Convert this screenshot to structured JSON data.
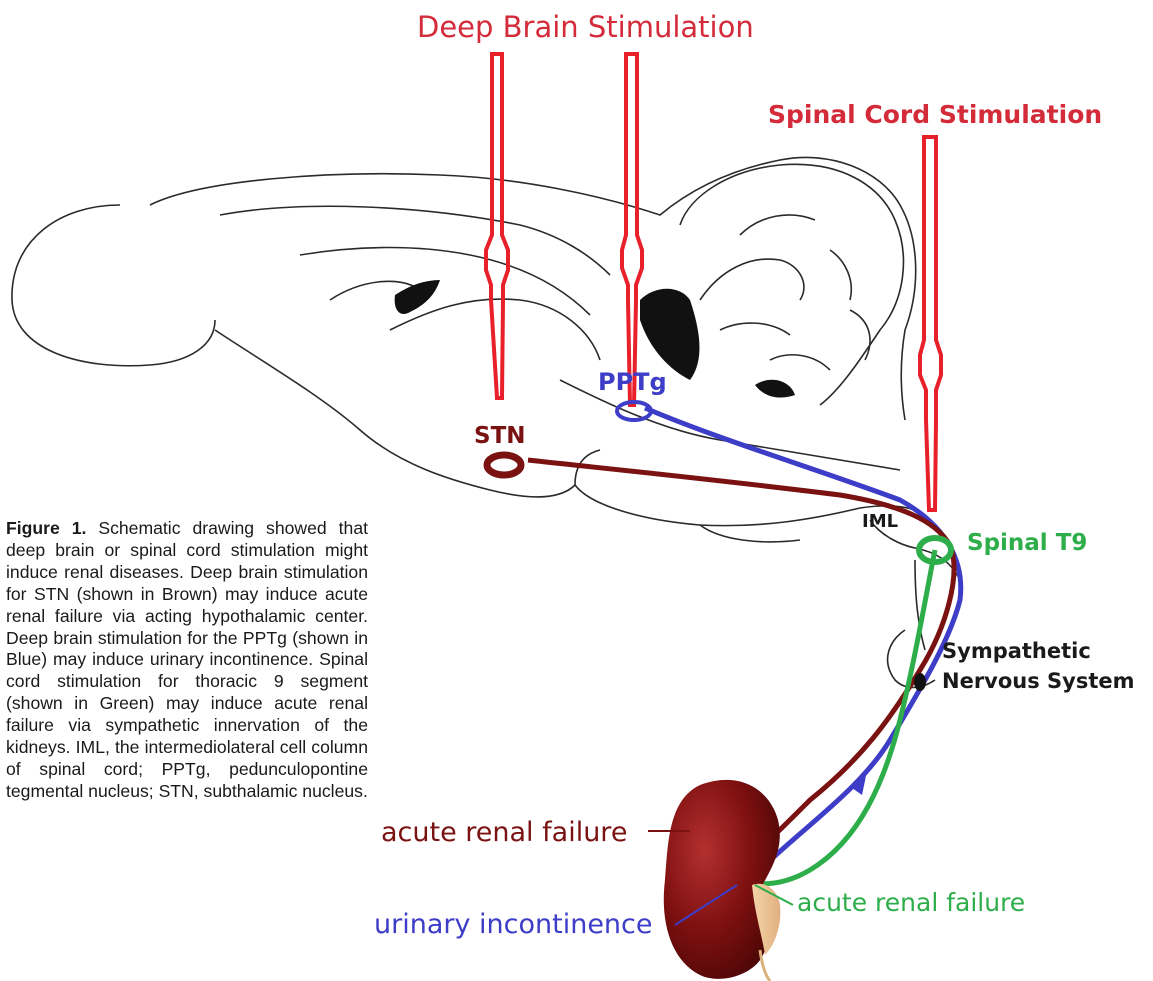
{
  "labels": {
    "deep_brain_stimulation": "Deep Brain Stimulation",
    "spinal_cord_stimulation": "Spinal Cord Stimulation",
    "stn": "STN",
    "pptg": "PPTg",
    "iml": "IML",
    "spinal_t9": "Spinal T9",
    "sympathetic_line1": "Sympathetic",
    "sympathetic_line2": "Nervous System",
    "acute_renal_failure_left": "acute renal failure",
    "acute_renal_failure_right": "acute renal failure",
    "urinary_incontinence": "urinary incontinence"
  },
  "caption": {
    "figure_label": "Figure 1.",
    "text": " Schematic drawing showed that deep brain or spinal cord stimulation might induce renal diseases. Deep brain stimulation for STN (shown in Brown) may induce acute renal failure via acting hypothalamic center. Deep brain stimulation for the PPTg (shown in Blue) may induce urinary incontinence. Spinal cord stimulation for thoracic 9 segment (shown in Green) may induce acute renal failure via sympathetic innervation of the kidneys. IML, the intermediolateral cell column of spinal cord; PPTg, pedunculopontine tegmental nucleus; STN, subthalamic nucleus."
  },
  "colors": {
    "electrode": "#e8202a",
    "label_red": "#d42b3a",
    "stn_pathway": "#7a1212",
    "pptg_pathway": "#3d3dc8",
    "t9_pathway": "#2eae4a",
    "kidney": "#7e1010",
    "outline": "#2a2a2a"
  }
}
